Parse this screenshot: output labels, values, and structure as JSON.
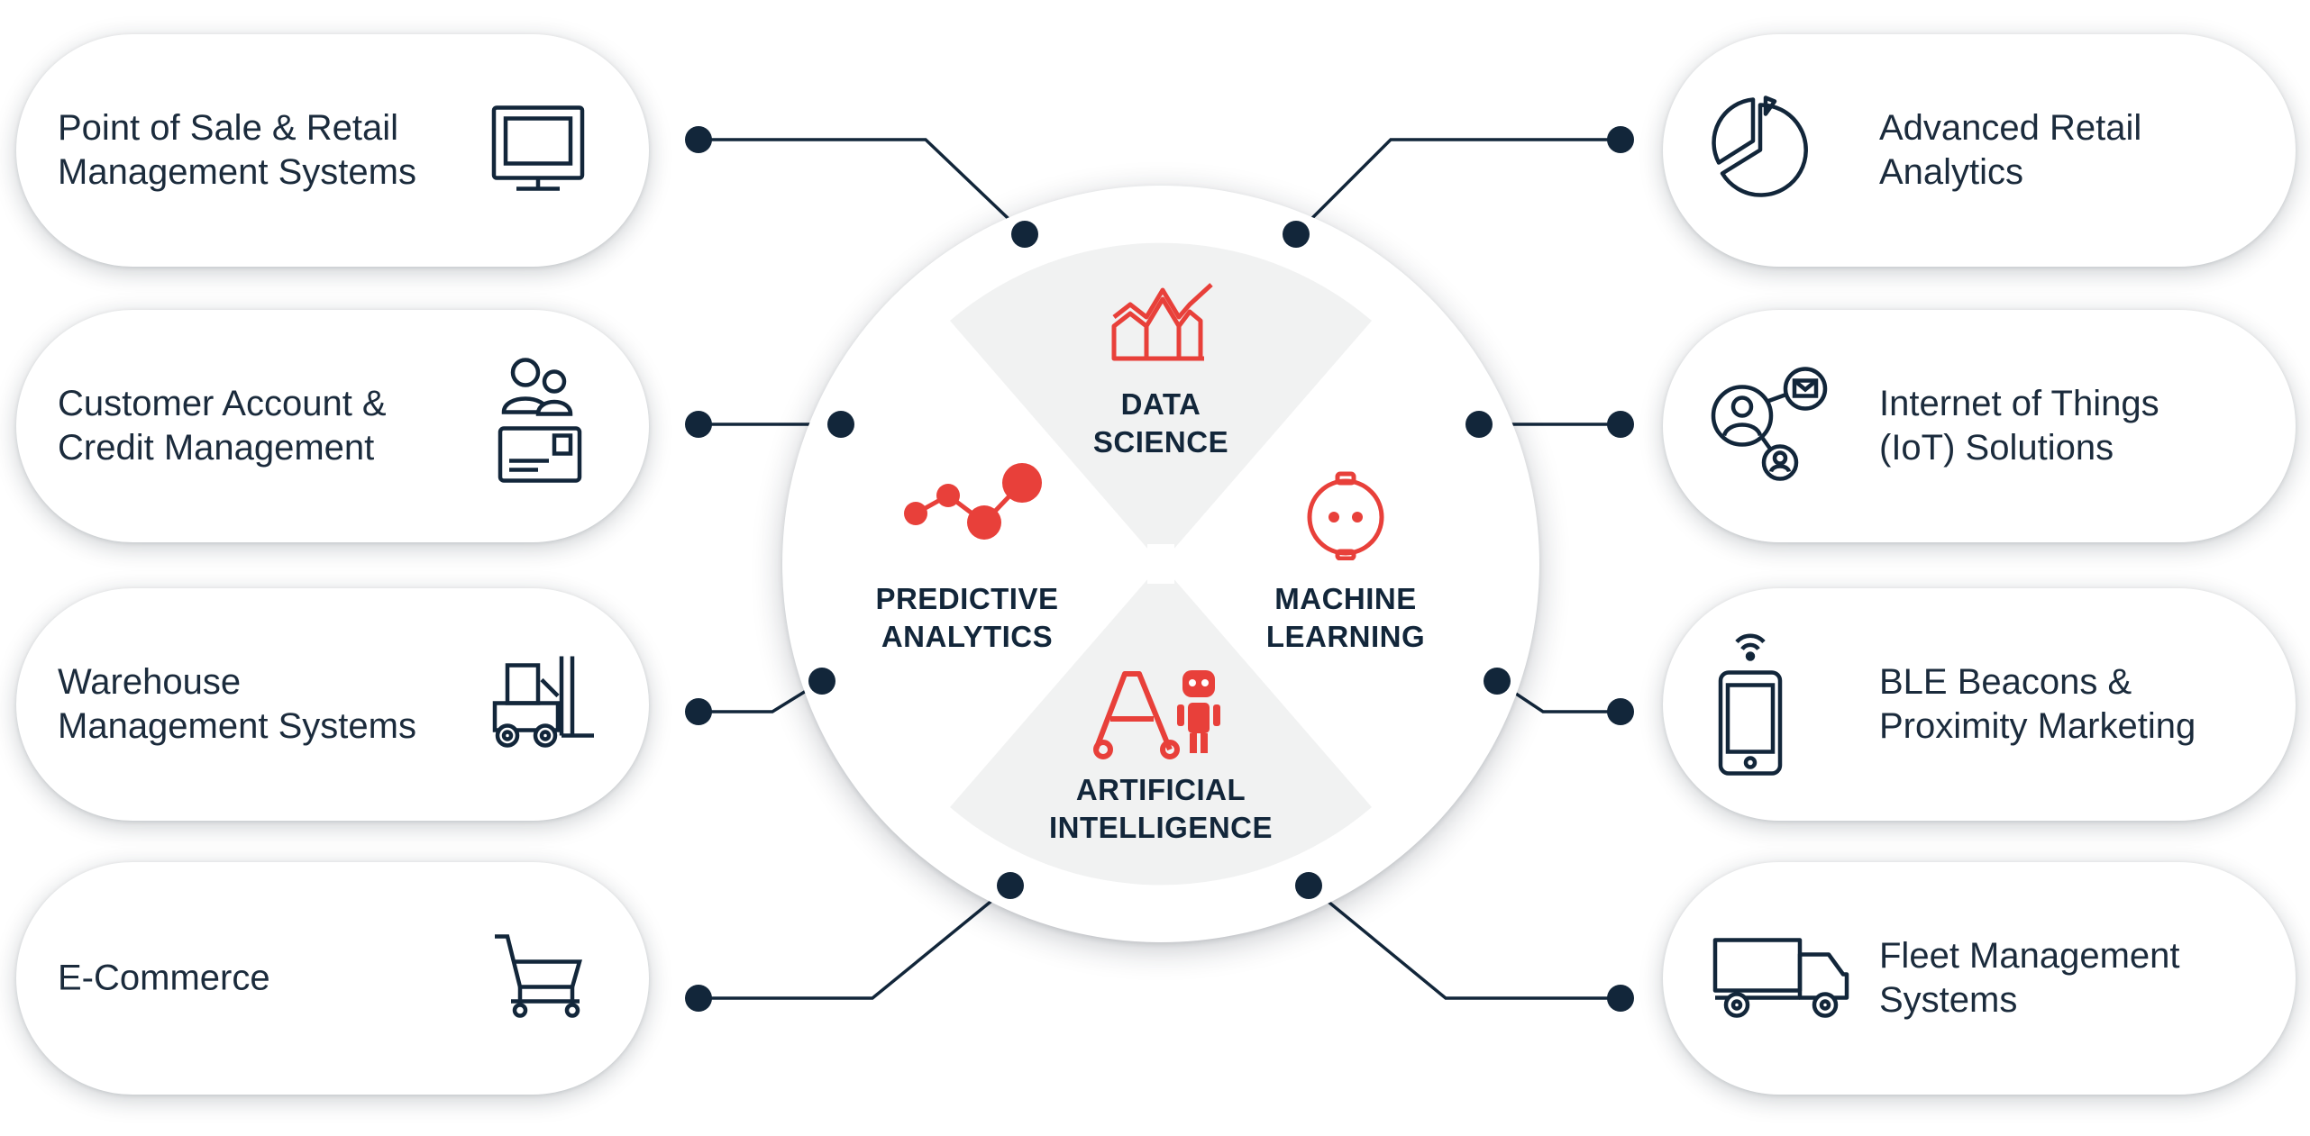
{
  "left_items": [
    {
      "label": "Point of Sale & Retail\nManagement Systems",
      "icon": "monitor-icon"
    },
    {
      "label": "Customer Account &\nCredit Management",
      "icon": "customer-card-icon"
    },
    {
      "label": "Warehouse\nManagement Systems",
      "icon": "forklift-icon"
    },
    {
      "label": "E-Commerce",
      "icon": "shopping-cart-icon"
    }
  ],
  "right_items": [
    {
      "label": "Advanced Retail\nAnalytics",
      "icon": "pie-chart-icon"
    },
    {
      "label": "Internet of Things\n(IoT) Solutions",
      "icon": "network-nodes-icon"
    },
    {
      "label": "BLE Beacons &\nProximity Marketing",
      "icon": "phone-beacon-icon"
    },
    {
      "label": "Fleet Management\nSystems",
      "icon": "delivery-truck-icon"
    }
  ],
  "hub": {
    "data_science": {
      "label": "DATA\nSCIENCE",
      "icon": "bar-chart-trend-icon"
    },
    "predictive_analytics": {
      "label": "PREDICTIVE\nANALYTICS",
      "icon": "line-nodes-icon"
    },
    "machine_learning": {
      "label": "MACHINE\nLEARNING",
      "icon": "robot-face-icon"
    },
    "artificial_intelligence": {
      "label": "ARTIFICIAL\nINTELLIGENCE",
      "icon": "ai-robot-icon"
    }
  },
  "colors": {
    "dark": "#12263a",
    "accent": "#e8403a",
    "segment_fill": "#f1f2f2",
    "background": "#ffffff"
  }
}
